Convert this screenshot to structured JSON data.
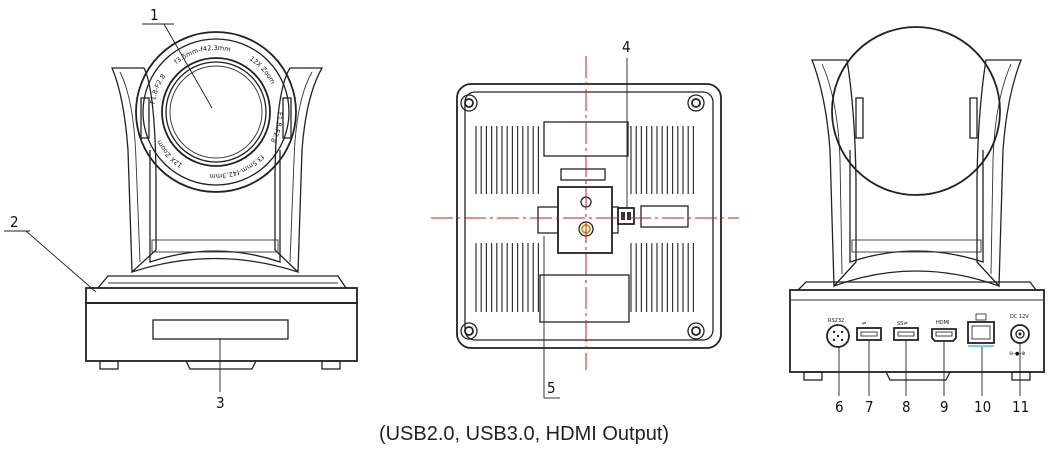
{
  "front_view": {
    "callouts": {
      "lens": "1",
      "base": "2",
      "indicator": "3"
    },
    "lens_ring_text": [
      "F1.8-F2.8",
      "f3.5mm-f42.3mm",
      "12X Zoom",
      "F1.8-F2.8",
      "f3.5mm-f42.3mm",
      "12X Zoom"
    ]
  },
  "bottom_view": {
    "callouts": {
      "dip_switch": "4",
      "tripod_hole": "5"
    }
  },
  "rear_view": {
    "callouts": [
      "6",
      "7",
      "8",
      "9",
      "10",
      "11"
    ],
    "port_labels": {
      "rs232": "RS232",
      "hdmi": "HDMI",
      "dc": "DC 12V"
    }
  },
  "caption": "(USB2.0, USB3.0, HDMI Output)"
}
